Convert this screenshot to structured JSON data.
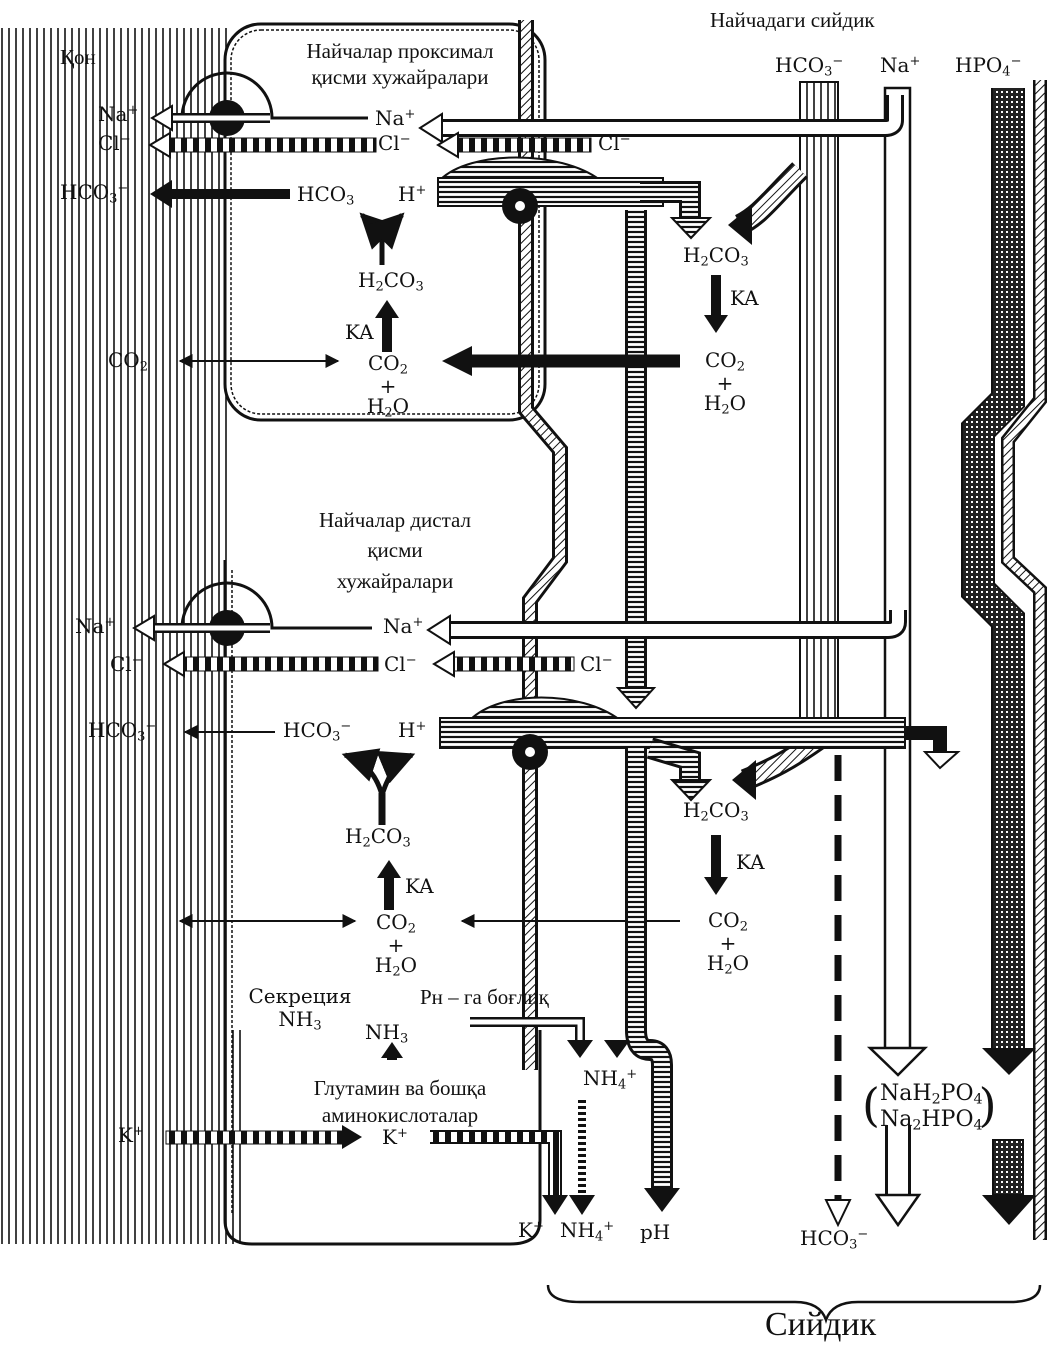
{
  "title_partial": "1 рисунок",
  "labels": {
    "blood": "Қон",
    "tubular_urine": "Найчадаги сийдик",
    "proximal_cells_line1": "Найчалар проксимал",
    "proximal_cells_line2": "қисми хужайралари",
    "distal_cells_line1": "Найчалар дистал",
    "distal_cells_line2": "қисми",
    "distal_cells_line3": "хужайралари",
    "ammonia_secretion_line1": "Секреция",
    "ammonia_secretion_line2": "NH",
    "ph_dependence": "Рн – га боғлиқ",
    "glutamine_line1": "Глутамин ва бошқа",
    "glutamine_line2": "аминокислоталар",
    "urine": "Сийдик"
  },
  "chemicals": {
    "na": "Na",
    "cl": "Cl",
    "hco3": "HCO",
    "h": "H",
    "h2co3": "H",
    "co2": "CO",
    "h2o": "H",
    "ka": "KA",
    "nh3": "NH",
    "nh4": "NH",
    "k": "K",
    "hpo4": "HPO",
    "nah2po4": "NaH",
    "na2hpo4": "Na",
    "ph": "pH",
    "plus": "+"
  }
}
